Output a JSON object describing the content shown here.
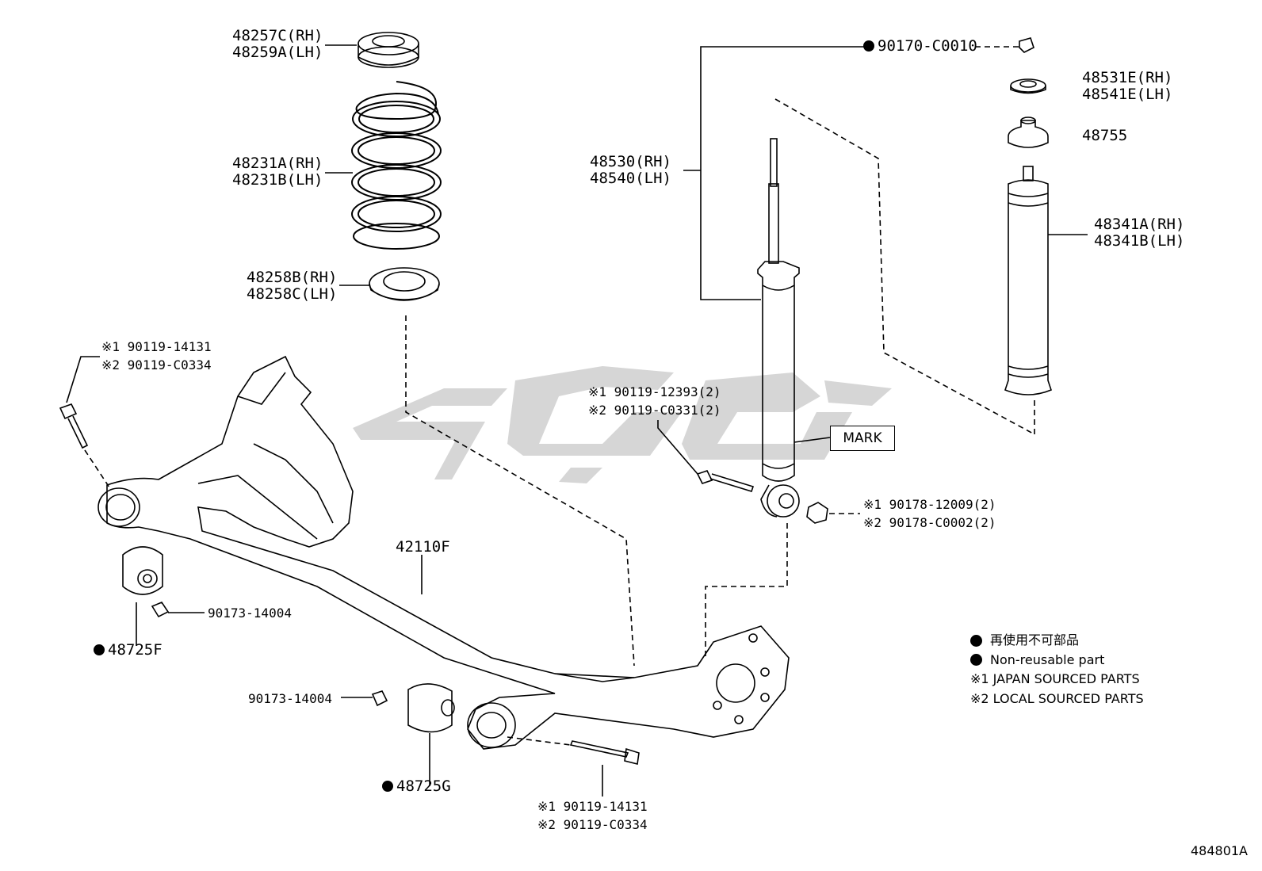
{
  "diagram": {
    "labels": {
      "spring_seat_upper": [
        "48257C(RH)",
        "48259A(LH)"
      ],
      "coil_spring": [
        "48231A(RH)",
        "48231B(LH)"
      ],
      "spring_seat_lower": [
        "48258B(RH)",
        "48258C(LH)"
      ],
      "nut_top": "90170-C0010",
      "shock_absorber": [
        "48530(RH)",
        "48540(LH)"
      ],
      "washer_top": [
        "48531E(RH)",
        "48541E(LH)"
      ],
      "bumper_stopper": "48755",
      "dust_boot": [
        "48341A(RH)",
        "48341B(LH)"
      ],
      "mark": "MARK",
      "bolt_front": [
        "※1 90119-14131",
        "※2 90119-C0334"
      ],
      "bolt_shock_lower": [
        "※1 90119-12393(2)",
        "※2 90119-C0331(2)"
      ],
      "nut_shock_lower": [
        "※1 90178-12009(2)",
        "※2 90178-C0002(2)"
      ],
      "axle_beam": "42110F",
      "nut_bushing_left": "90173-14004",
      "bushing_left": "48725F",
      "nut_bushing_right": "90173-14004",
      "bushing_right": "48725G",
      "bolt_bottom": [
        "※1 90119-14131",
        "※2 90119-C0334"
      ]
    },
    "legend": [
      {
        "bullet": "dot",
        "text": "再使用不可部品"
      },
      {
        "bullet": "dot",
        "text": "Non-reusable part"
      },
      {
        "bullet": "",
        "text": "※1 JAPAN SOURCED PARTS"
      },
      {
        "bullet": "",
        "text": "※2 LOCAL SOURCED PARTS"
      }
    ],
    "reference_code": "484801A"
  }
}
